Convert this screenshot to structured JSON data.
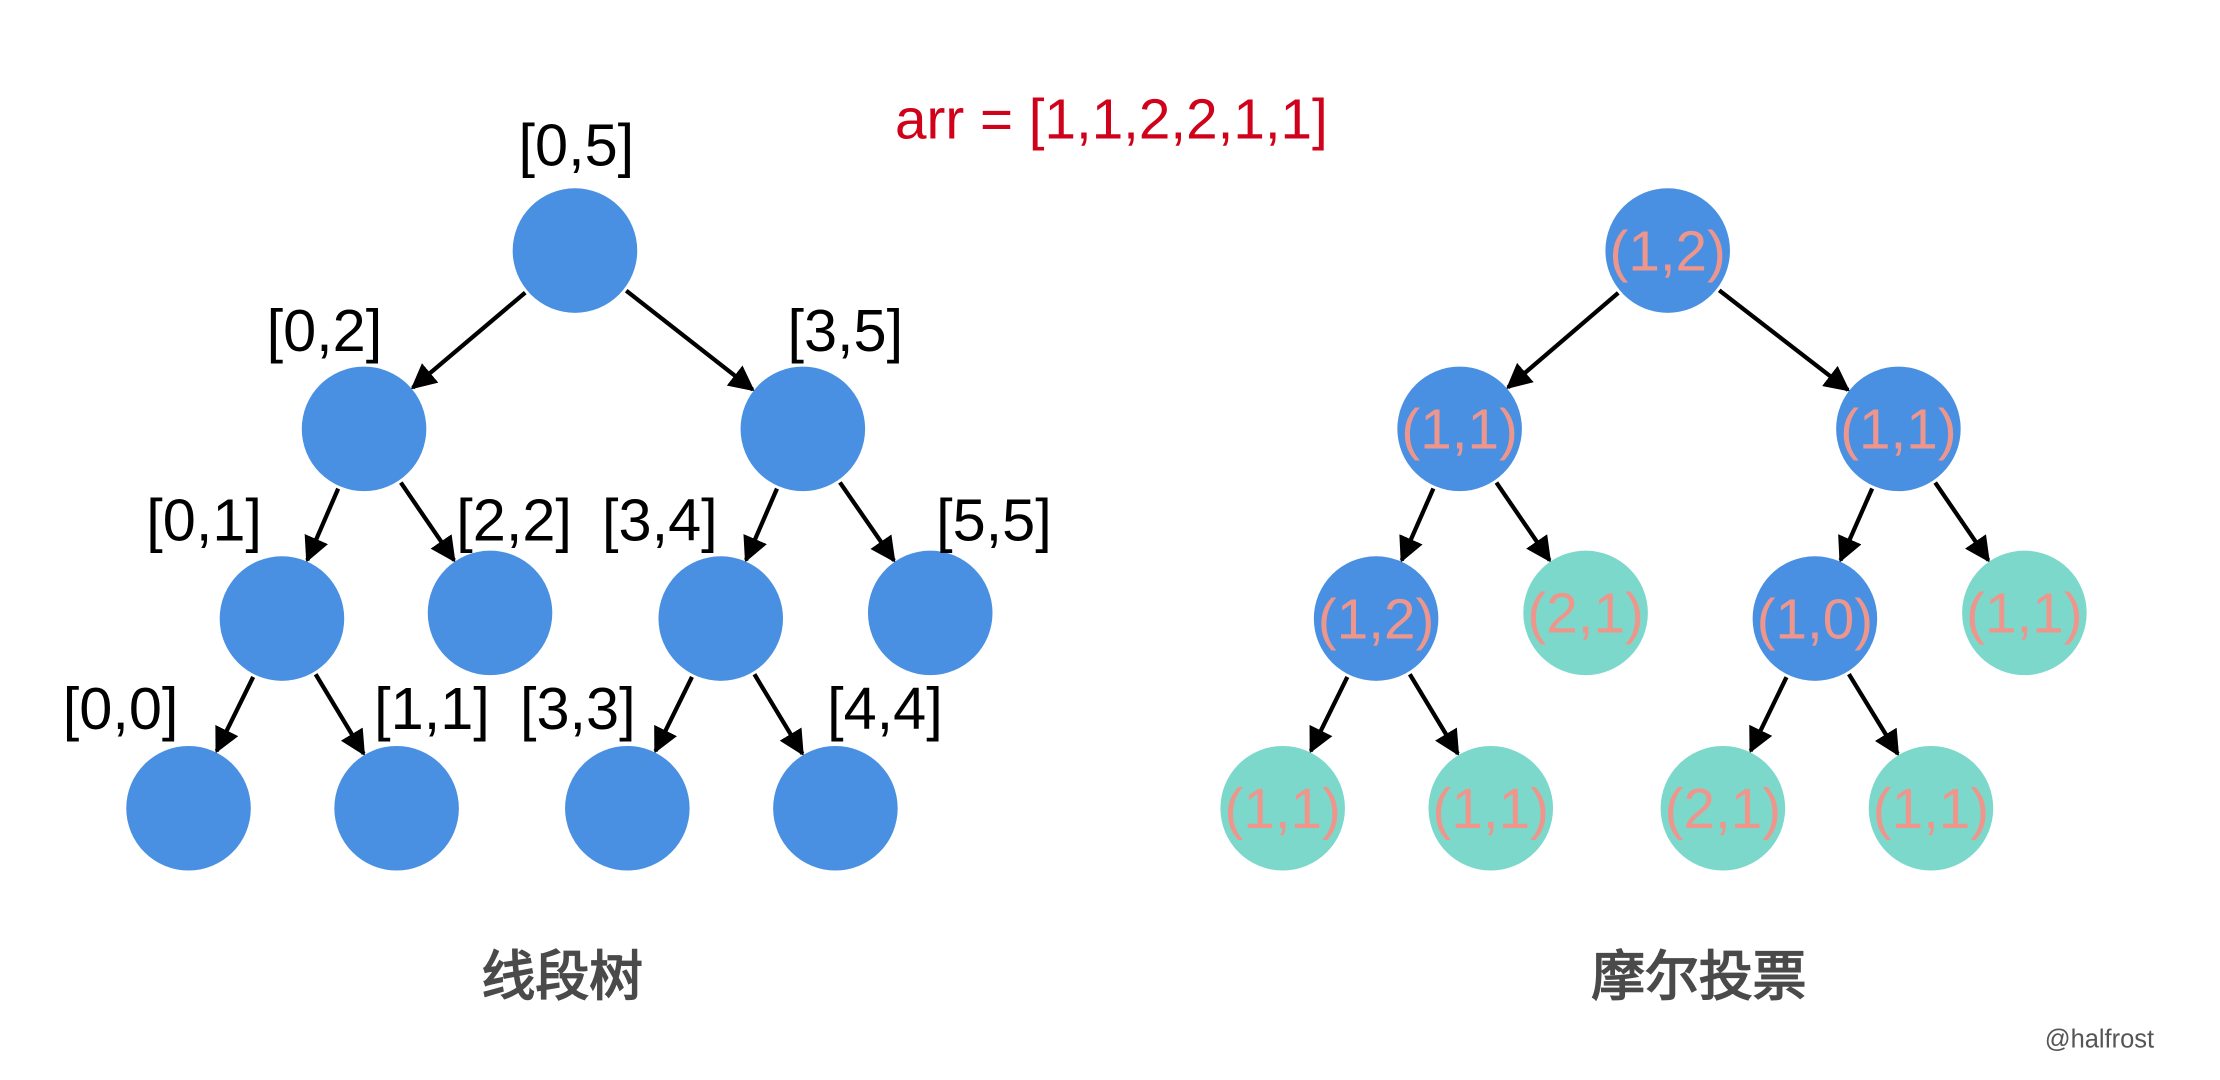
{
  "header": {
    "array_label": "arr = [1,1,2,2,1,1]"
  },
  "segment_tree": {
    "title": "线段树",
    "node_color": "#4a90e2",
    "ranges": [
      "[0,5]",
      "[0,2]",
      "[3,5]",
      "[0,1]",
      "[2,2]",
      "[3,4]",
      "[5,5]",
      "[0,0]",
      "[1,1]",
      "[3,3]",
      "[4,4]"
    ]
  },
  "moore_vote_tree": {
    "title": "摩尔投票",
    "internal_color": "#4a90e2",
    "leaf_color": "#7dd8cc",
    "text_color": "#ee968c",
    "values": [
      "(1,2)",
      "(1,1)",
      "(1,1)",
      "(1,2)",
      "(2,1)",
      "(1,0)",
      "(1,1)",
      "(1,1)",
      "(1,1)",
      "(2,1)",
      "(1,1)"
    ]
  },
  "credit": "@halfrost"
}
